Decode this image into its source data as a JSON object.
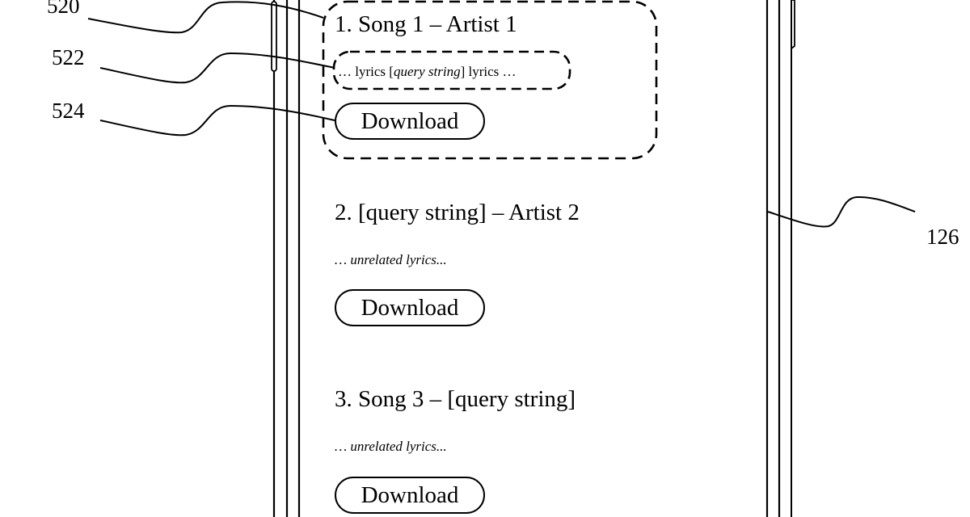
{
  "figure": {
    "reference_labels": {
      "result_card": "520",
      "lyrics_snippet": "522",
      "download_button": "524",
      "device": "126"
    }
  },
  "results": [
    {
      "title": "1. Song 1 – Artist 1",
      "lyrics_prefix": "… lyrics [",
      "lyrics_query": "query string",
      "lyrics_suffix": "] lyrics …",
      "download_label": "Download"
    },
    {
      "title": "2. [query string] – Artist 2",
      "lyrics": "… unrelated lyrics...",
      "download_label": "Download"
    },
    {
      "title": "3. Song 3 – [query string]",
      "lyrics": "… unrelated lyrics...",
      "download_label": "Download"
    }
  ]
}
